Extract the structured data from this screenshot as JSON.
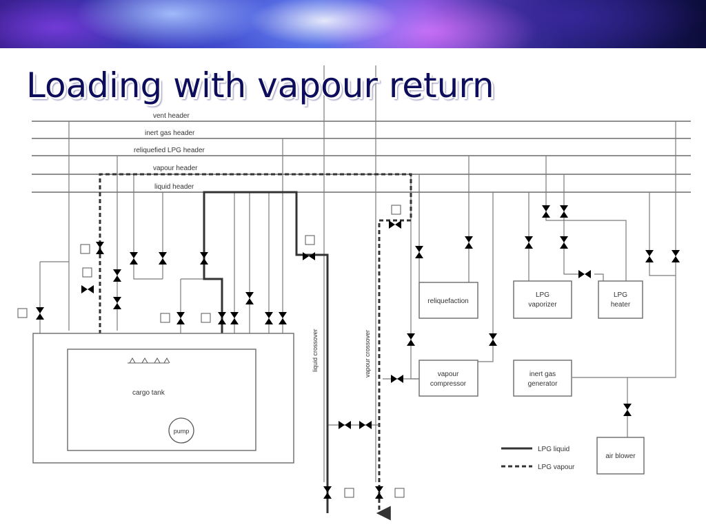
{
  "slide": {
    "title": "Loading with vapour return"
  },
  "headers": {
    "vent": "vent header",
    "inert_gas": "inert gas header",
    "reliquefied": "reliquefied LPG header",
    "vapour": "vapour header",
    "liquid": "liquid header"
  },
  "crossovers": {
    "liquid": "liquid crossover",
    "vapour": "vapour crossover"
  },
  "units": {
    "cargo_tank": "cargo tank",
    "pump": "pump",
    "reliquefaction": "reliquefaction",
    "lpg_vaporizer_1": "LPG",
    "lpg_vaporizer_2": "vaporizer",
    "lpg_heater_1": "LPG",
    "lpg_heater_2": "heater",
    "vapour_compressor_1": "vapour",
    "vapour_compressor_2": "compressor",
    "inert_gas_gen_1": "inert gas",
    "inert_gas_gen_2": "generator",
    "air_blower": "air blower"
  },
  "legend": {
    "liquid": "LPG liquid",
    "vapour": "LPG vapour"
  },
  "colors": {
    "title": "#0d0d5c",
    "line": "#7a7a7a",
    "flow": "#333333"
  }
}
